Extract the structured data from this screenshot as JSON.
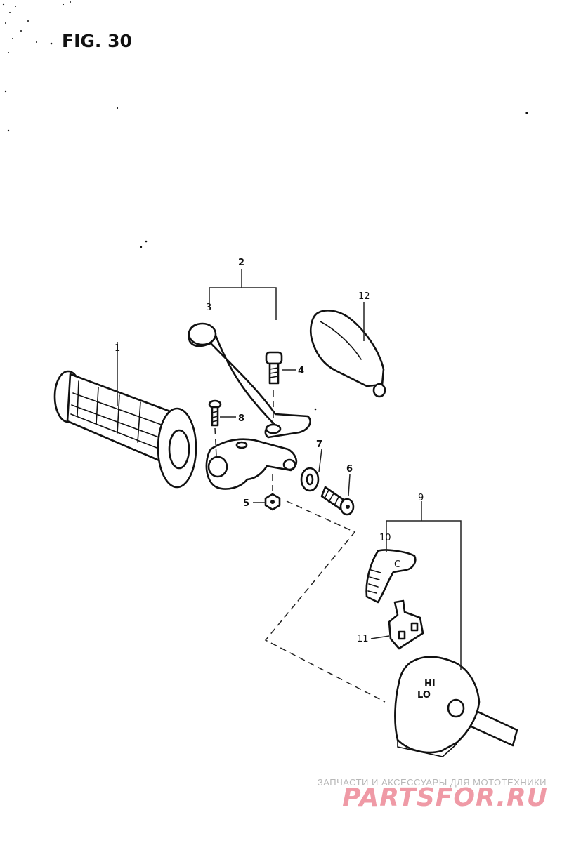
{
  "figure": {
    "title": "FIG. 30"
  },
  "callouts": [
    "1",
    "2",
    "3",
    "4",
    "5",
    "6",
    "7",
    "8",
    "9",
    "10",
    "11",
    "12"
  ],
  "switch_markings": {
    "hi": "HI",
    "lo": "LO",
    "c": "C"
  },
  "watermark": {
    "caption": "ЗАПЧАСТИ И АКСЕССУАРЫ ДЛЯ МОТОТЕХНИКИ",
    "logo": "PARTSFOR.RU",
    "color": "#ef9aa6"
  }
}
